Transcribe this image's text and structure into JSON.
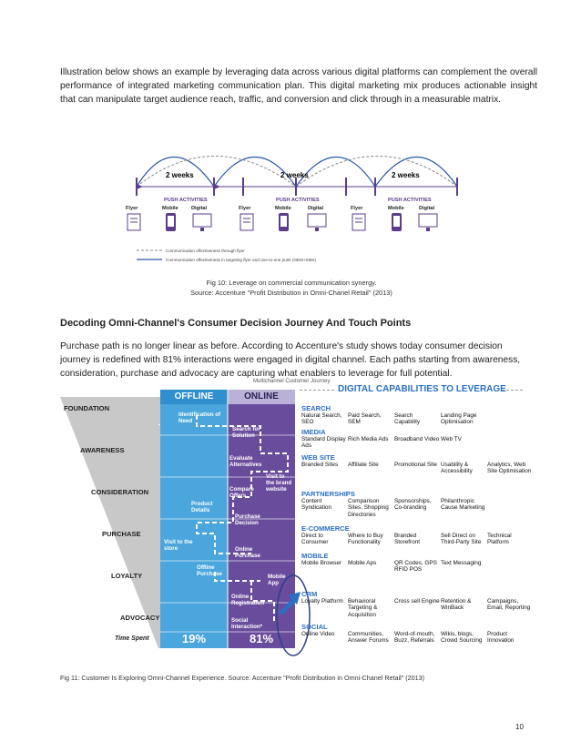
{
  "intro": "Illustration below shows an example by leveraging data across various digital platforms can complement the overall performance of integrated marketing communication plan. This digital marketing mix produces actionable insight that can manipulate target audience reach, traffic, and conversion and click through in a measurable matrix.",
  "fig10": {
    "period_labels": [
      "2 weeks",
      "2 weeks",
      "2 weeks"
    ],
    "push_label": "PUSH ACTIVITIES",
    "channels": [
      "Flyer",
      "Mobile",
      "Digital"
    ],
    "legend": [
      "Communication effectiveness through flyer",
      "Communication effectiveness in targeting flyer and one-to-one push (OEM+SMS)"
    ],
    "caption_line1": "Fig 10: Leverage on commercial communication synergy.",
    "caption_line2": "Source: Accenture \"Profit Distribution in Omni-Chanel Retail\" (2013)"
  },
  "section": {
    "heading": "Decoding Omni-Channel's Consumer Decision Journey And Touch Points",
    "body": "Purchase path is no longer linear as before. According to Accenture's study shows today consumer decision journey is redefined with 81% interactions were engaged in digital channel. Each paths starting from awareness, consideration, purchase and advocacy are capturing what enablers to leverage for full potential."
  },
  "fig11": {
    "subtitle": "Multichannel Customer Journey",
    "offline": "OFFLINE",
    "online": "ONLINE",
    "digital_title": "DIGITAL CAPABILITIES TO LEVERAGE",
    "stages": [
      "FOUNDATION",
      "AWARENESS",
      "CONSIDERATION",
      "PURCHASE",
      "LOYALTY",
      "ADVOCACY"
    ],
    "time_spent": "Time Spent",
    "offline_pct": "19%",
    "online_pct": "81%",
    "flow": {
      "identification": "Identification of Need",
      "search": "Search for Solution",
      "evaluate": "Evaluate Alternatives",
      "visit_brand": "Visit to the brand website",
      "compare": "Compare Offers",
      "product": "Product Details",
      "purchase_decision": "Purchase Decision",
      "visit_store": "Visit to the store",
      "online_purchase": "Online Purchase",
      "offline_purchase": "Offline Purchase",
      "mobile_app": "Mobile App",
      "online_registration": "Online Registration",
      "social": "Social Interaction*"
    },
    "categories": [
      {
        "name": "SEARCH",
        "items": [
          "Natural Search, SEO",
          "Paid Search, SEM",
          "Search Capability",
          "Landing Page Optimisation",
          ""
        ]
      },
      {
        "name": "IMEDIA",
        "items": [
          "Standard Display Ads",
          "Rich Media Ads",
          "Broadband Video",
          "Web TV",
          ""
        ]
      },
      {
        "name": "WEB SITE",
        "items": [
          "Branded Sites",
          "Affiliate Site",
          "Promotional Site",
          "Usability & Accessibility",
          "Analytics, Web Site Optimisation"
        ]
      },
      {
        "name": "PARTNERSHIPS",
        "items": [
          "Content Syndication",
          "Comparison Sites, Shopping Directories",
          "Sponsorships, Co-branding",
          "Philanthropic Cause Marketing",
          ""
        ]
      },
      {
        "name": "E-COMMERCE",
        "items": [
          "Direct to Consumer",
          "Where to Buy Functionality",
          "Branded Storefront",
          "Sell Direct on Third-Party Site",
          "Technical Platform"
        ]
      },
      {
        "name": "MOBILE",
        "items": [
          "Mobile Browser",
          "Mobile Aps",
          "QR Codes, GPS RFID POS",
          "Text Messaging",
          ""
        ]
      },
      {
        "name": "CRM",
        "items": [
          "Loyalty Platform",
          "Behavioral Targeting & Acquisition",
          "Cross sell Engine",
          "Retention & WinBack",
          "Campaigns, Email, Reporting"
        ]
      },
      {
        "name": "SOCIAL",
        "items": [
          "Online Video",
          "Communities, Answer Forums",
          "Word-of-mouth, Buzz, Referrals",
          "Wikis, blogs, Crowd Sourcing",
          "Product Innovation"
        ]
      }
    ],
    "caption": "Fig 11: Customer Is Exploring Omni-Channel Experience. Source: Accenture \"Profit Distribution in Omni-Chanel Retail\" (2013)"
  },
  "page_number": "10",
  "colors": {
    "accent_blue": "#2a6fc4",
    "offline_blue": "#4aa6dc",
    "online_purple": "#6a4c9c",
    "funnel": "#c8c8c8"
  }
}
